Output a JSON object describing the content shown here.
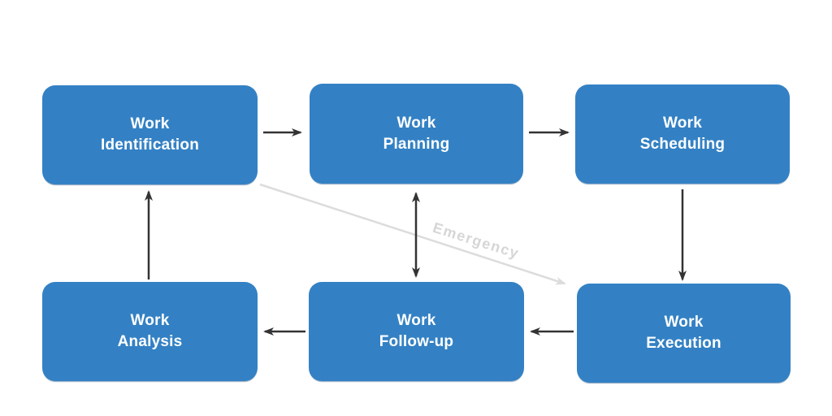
{
  "diagram": {
    "background_color": "#ffffff",
    "node_fill_color": "#3381c4",
    "node_text_color": "#ffffff",
    "arrow_color": "#333333",
    "emergency_arrow_color": "#dcdcdc",
    "nodes": [
      {
        "id": "work-identification",
        "label": "Work\nIdentification"
      },
      {
        "id": "work-planning",
        "label": "Work\nPlanning"
      },
      {
        "id": "work-scheduling",
        "label": "Work\nScheduling"
      },
      {
        "id": "work-analysis",
        "label": "Work\nAnalysis"
      },
      {
        "id": "work-follow-up",
        "label": "Work\nFollow-up"
      },
      {
        "id": "work-execution",
        "label": "Work\nExecution"
      }
    ],
    "edges": [
      {
        "from": "work-identification",
        "to": "work-planning",
        "direction": "right",
        "style": "solid-dark"
      },
      {
        "from": "work-planning",
        "to": "work-scheduling",
        "direction": "right",
        "style": "solid-dark"
      },
      {
        "from": "work-scheduling",
        "to": "work-execution",
        "direction": "down",
        "style": "solid-dark"
      },
      {
        "from": "work-execution",
        "to": "work-follow-up",
        "direction": "left",
        "style": "solid-dark"
      },
      {
        "from": "work-follow-up",
        "to": "work-analysis",
        "direction": "left",
        "style": "solid-dark"
      },
      {
        "from": "work-analysis",
        "to": "work-identification",
        "direction": "up",
        "style": "solid-dark"
      },
      {
        "from": "work-planning",
        "to": "work-follow-up",
        "direction": "vertical",
        "bidirectional": true,
        "style": "solid-dark"
      },
      {
        "from": "work-identification",
        "to": "work-execution",
        "direction": "diagonal",
        "style": "solid-light",
        "label": "Emergency"
      }
    ]
  }
}
